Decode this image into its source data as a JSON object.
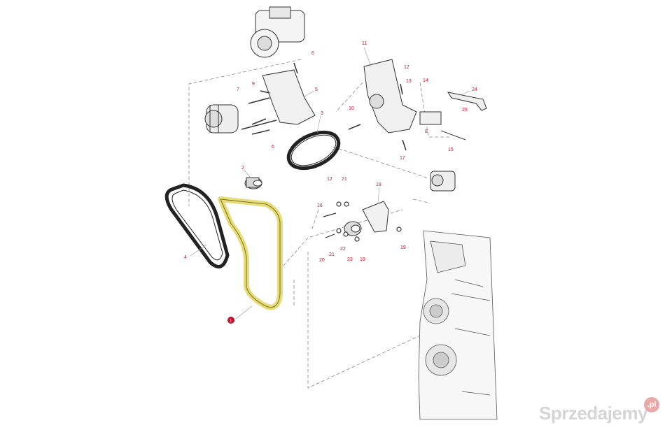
{
  "diagram": {
    "highlight_color": "#e6dc7a",
    "callout_color": "#c8102e",
    "highlighted_part": "1",
    "callouts": [
      "1",
      "2",
      "3",
      "4",
      "5",
      "6",
      "6",
      "7",
      "8",
      "9",
      "10",
      "11",
      "12",
      "12",
      "13",
      "14",
      "15",
      "16",
      "17",
      "18",
      "19",
      "19",
      "20",
      "21",
      "21",
      "22",
      "23",
      "24",
      "25"
    ]
  },
  "watermark": {
    "text": "Sprzedajemy",
    "suffix": ".pl"
  }
}
